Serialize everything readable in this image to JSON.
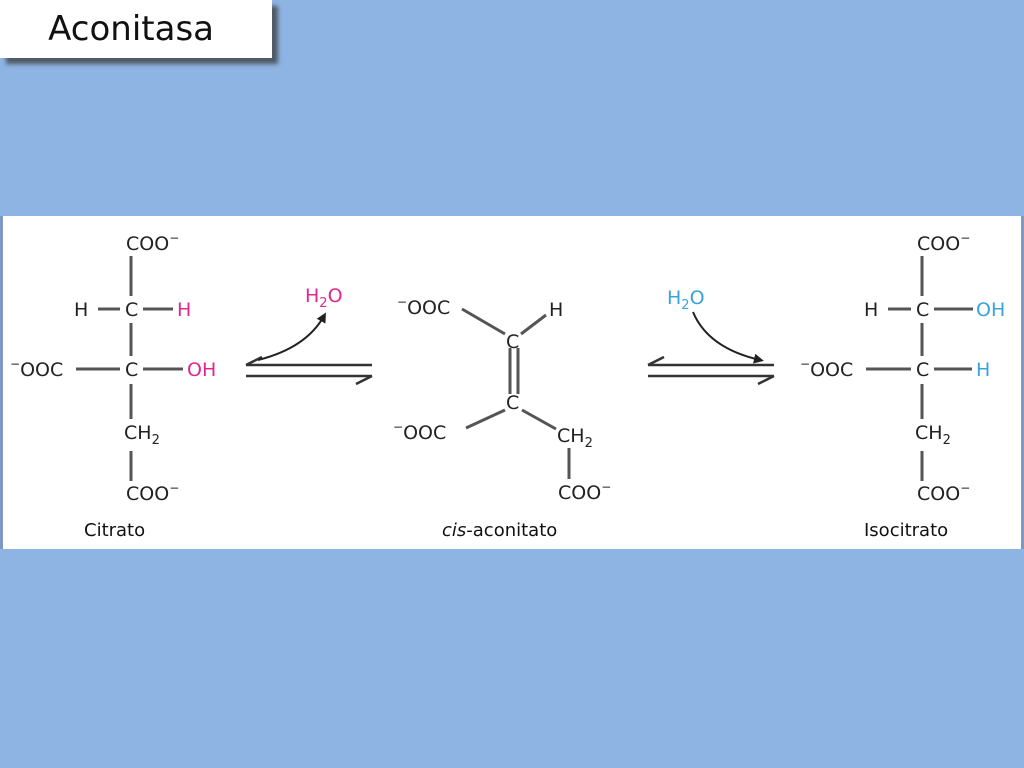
{
  "slide": {
    "title": "Aconitasa"
  },
  "colors": {
    "background": "#8eb4e3",
    "magenta": "#e0288c",
    "cyan": "#3aa3dc",
    "ink": "#222222",
    "bond_gray": "#555555"
  },
  "reactions": {
    "dehydration": {
      "reagent_main": "H",
      "reagent_sub": "2",
      "reagent_end": "O"
    },
    "hydration": {
      "reagent_main": "H",
      "reagent_sub": "2",
      "reagent_end": "O"
    }
  },
  "molecules": {
    "citrate": {
      "label": "Citrato",
      "top_group": "COO",
      "top_charge": "−",
      "h_left": "H",
      "c_upper": "C",
      "h_right": "H",
      "left_group": "OOC",
      "left_charge": "−",
      "c_lower": "C",
      "oh": "OH",
      "ch": "CH",
      "ch_sub": "2",
      "bottom_group": "COO",
      "bottom_charge": "−"
    },
    "cis_aconitate": {
      "label_italic": "cis",
      "label_rest": "-aconitato",
      "upper_left_group": "OOC",
      "upper_left_charge": "−",
      "h": "H",
      "c_upper": "C",
      "c_lower": "C",
      "lower_left_group": "OOC",
      "lower_left_charge": "−",
      "ch": "CH",
      "ch_sub": "2",
      "bottom_group": "COO",
      "bottom_charge": "−"
    },
    "isocitrate": {
      "label": "Isocitrato",
      "top_group": "COO",
      "top_charge": "−",
      "h_left": "H",
      "c_upper": "C",
      "oh": "OH",
      "left_group": "OOC",
      "left_charge": "−",
      "c_lower": "C",
      "h_right": "H",
      "ch": "CH",
      "ch_sub": "2",
      "bottom_group": "COO",
      "bottom_charge": "−"
    }
  }
}
